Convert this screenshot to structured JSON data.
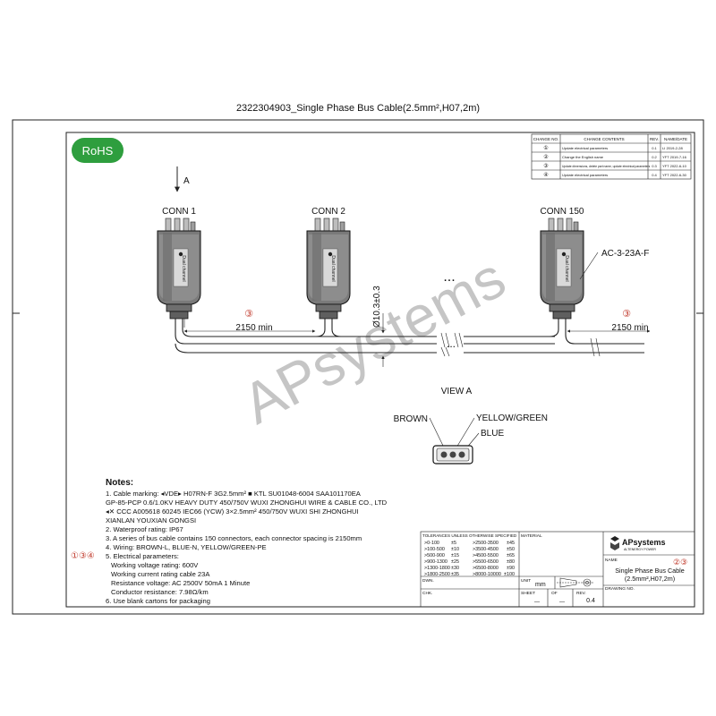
{
  "title": "2322304903_Single Phase Bus Cable(2.5mm²,H07,2m)",
  "rohs": "RoHS",
  "watermark": "APsystems",
  "arrow_label": "A",
  "connectors": [
    {
      "label": "CONN 1"
    },
    {
      "label": "CONN 2"
    },
    {
      "label": "CONN 150"
    }
  ],
  "connector_part": "AC-3-23A-F",
  "ellipsis": "...",
  "dim_diameter": "Ø10.3±0.3",
  "dim_length_1": "2150 min",
  "dim_length_2": "2150 min",
  "circle_3": "③",
  "view_a": {
    "title": "VIEW A",
    "brown": "BROWN",
    "yellow_green": "YELLOW/GREEN",
    "blue": "BLUE"
  },
  "revision_table": {
    "headers": [
      "CHANGE NO.",
      "CHANGE CONTENTS",
      "REV.",
      "NAME/DATE"
    ],
    "rows": [
      {
        "no": "①",
        "content": "Update electrical parameters",
        "rev": "0.1",
        "name": "LI 2019-2-28"
      },
      {
        "no": "②",
        "content": "Change the English name",
        "rev": "0.2",
        "name": "YFT 2019-7-16"
      },
      {
        "no": "③",
        "content": "Update dimensions, delete part name, update electrical parameters",
        "rev": "0.3",
        "name": "YFT 2022-6-10"
      },
      {
        "no": "④",
        "content": "Update electrical parameters",
        "rev": "0.4",
        "name": "YFT 2022-6-30"
      }
    ]
  },
  "notes": {
    "heading": "Notes:",
    "lines": [
      "1. Cable marking: ◂VDE▸ H07RN-F 3G2.5mm² ■ KTL SU01048-6004 SAA101170EA",
      "GP-85-PCP 0.6/1.0KV  HEAVY DUTY 450/750V WUXI ZHONGHUI WIRE & CABLE CO., LTD",
      "◂✕ CCC A005618 60245 IEC66 (YCW) 3×2.5mm²  450/750V WUXI SHI ZHONGHUI",
      "XIANLAN YOUXIAN GONGSI",
      "2. Waterproof rating: IP67",
      "3. A series of bus cable contains 150 connectors, each connector spacing is 2150mm",
      "4. Wiring: BROWN-L, BLUE-N, YELLOW/GREEN-PE",
      "5. Electrical parameters:",
      "Working voltage rating: 600V",
      "Working current rating cable 23A",
      "Resistance voltage: AC 2500V 50mA 1 Minute",
      "Conductor resistance: 7.98Ω/km",
      "6. Use blank cartons for packaging"
    ],
    "side_marks": "①③④"
  },
  "tolerance": {
    "header": "TOLERANCES UNLESS OTHERWISE SPECIFIED",
    "left": [
      [
        ">0-100",
        "±5"
      ],
      [
        ">100-500",
        "±10"
      ],
      [
        ">500-900",
        "±15"
      ],
      [
        ">900-1300",
        "±25"
      ],
      [
        ">1300-1800",
        "±30"
      ],
      [
        ">1800-2500",
        "±35"
      ]
    ],
    "right": [
      [
        ">2500-3500",
        "±45"
      ],
      [
        ">3500-4500",
        "±50"
      ],
      [
        ">4500-5500",
        "±65"
      ],
      [
        ">5500-6500",
        "±80"
      ],
      [
        ">6500-8000",
        "±90"
      ],
      [
        ">8000-10000",
        "±100"
      ]
    ]
  },
  "title_block": {
    "material": "MATERIAL",
    "brand": "APsystems",
    "brand_sub": "ALTENERGY POWER",
    "name_label": "NAME",
    "name_marks": "②③",
    "name_line1": "Single Phase Bus Cable",
    "name_line2": "(2.5mm²,H07,2m)",
    "drawing_no": "DRAWING NO.",
    "dwn": "DWN.",
    "chk": "CHK.",
    "unit": "UNIT",
    "unit_value": "mm",
    "sheet": "SHEET",
    "of": "OF",
    "sheet_dash1": "—",
    "sheet_dash2": "—",
    "rev": "REV.",
    "rev_value": "0.4"
  }
}
